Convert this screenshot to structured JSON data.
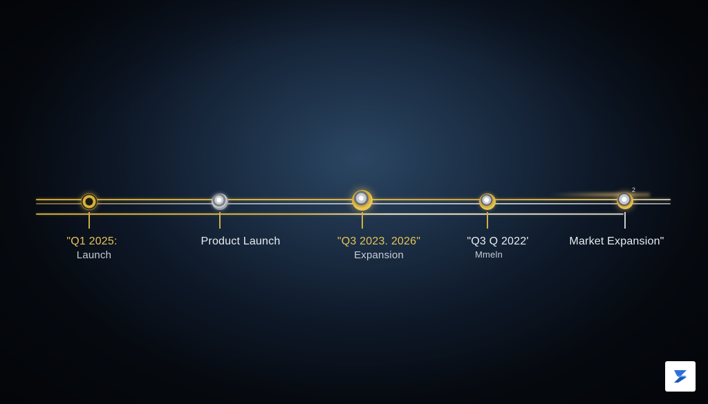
{
  "timeline": {
    "milestones": [
      {
        "top": "\"Q1 2025:",
        "bottom": "Launch",
        "top_tone": "gold",
        "bottom_tone": "light"
      },
      {
        "top": "Product Launch",
        "bottom": "",
        "top_tone": "white",
        "bottom_tone": "light"
      },
      {
        "top": "\"Q3 2023. 2026\"",
        "bottom": "Expansion",
        "top_tone": "gold",
        "bottom_tone": "light"
      },
      {
        "top": "\"Q3 Q 2022'",
        "bottom": "Mmeln",
        "top_tone": "white",
        "bottom_tone": "light"
      },
      {
        "top": "Market Expansion\"",
        "bottom": "",
        "top_tone": "white",
        "bottom_tone": "light"
      }
    ],
    "end_marker": "2",
    "colors": {
      "gold": "#d8b23c",
      "silver": "#c9ccd1",
      "background": "#1a2c42"
    }
  },
  "logo": {
    "icon": "brand-logo-icon",
    "colors": [
      "#2f6fd8",
      "#5aa0f0"
    ]
  }
}
